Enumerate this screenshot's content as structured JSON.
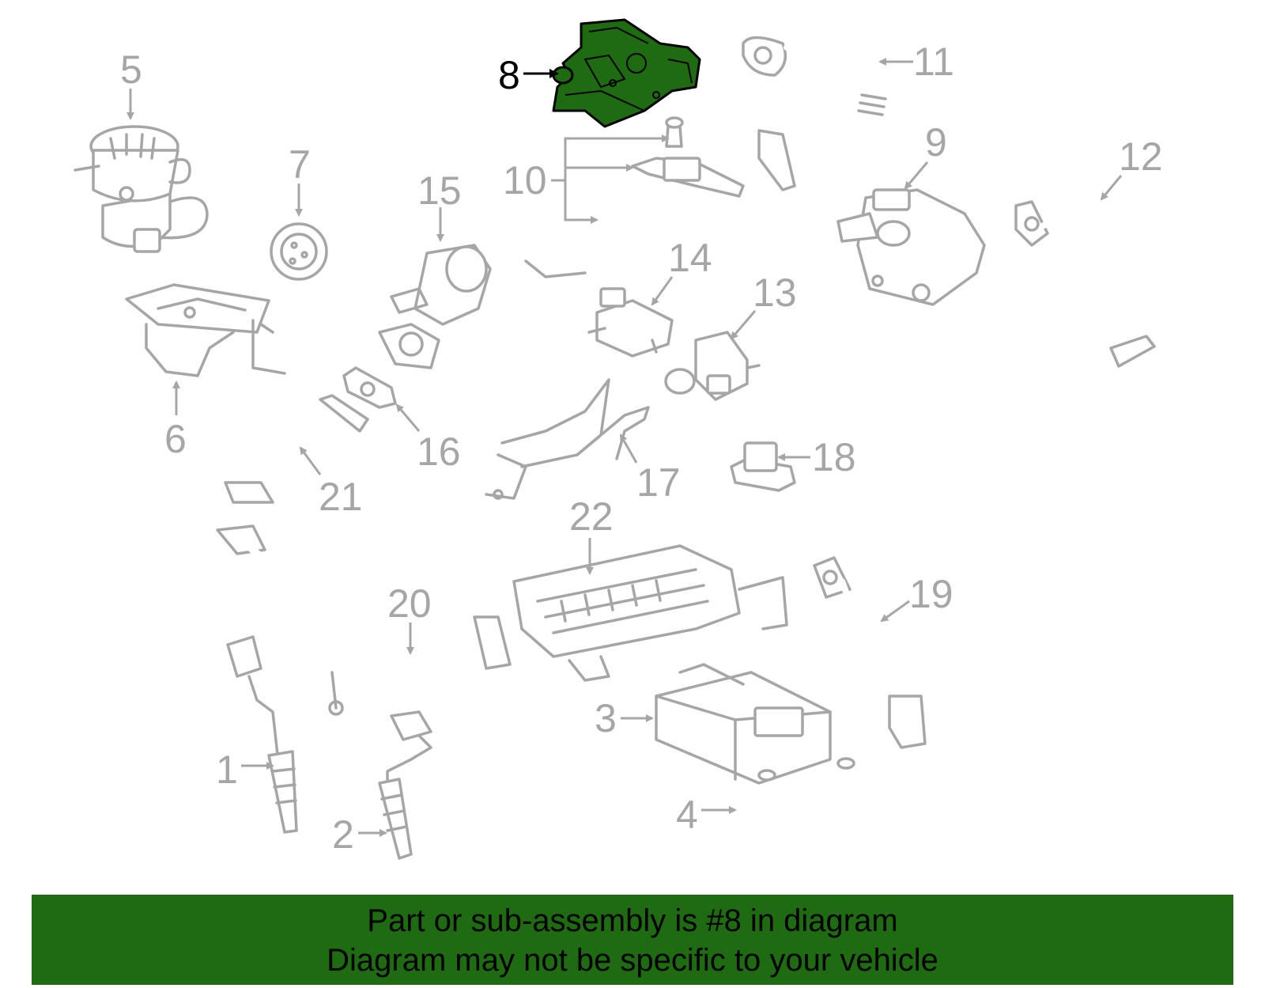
{
  "diagram": {
    "highlighted_part": "8",
    "callouts": [
      "1",
      "2",
      "3",
      "4",
      "5",
      "6",
      "7",
      "8",
      "9",
      "10",
      "11",
      "12",
      "13",
      "14",
      "15",
      "16",
      "17",
      "18",
      "19",
      "20",
      "21",
      "22"
    ],
    "colors": {
      "highlight": "#1f6b11",
      "parts": "#a6a6a6",
      "banner": "#1f6b11"
    }
  },
  "banner": {
    "line1": "Part or sub-assembly is #8 in diagram",
    "line2": "Diagram may not be specific to your vehicle"
  }
}
